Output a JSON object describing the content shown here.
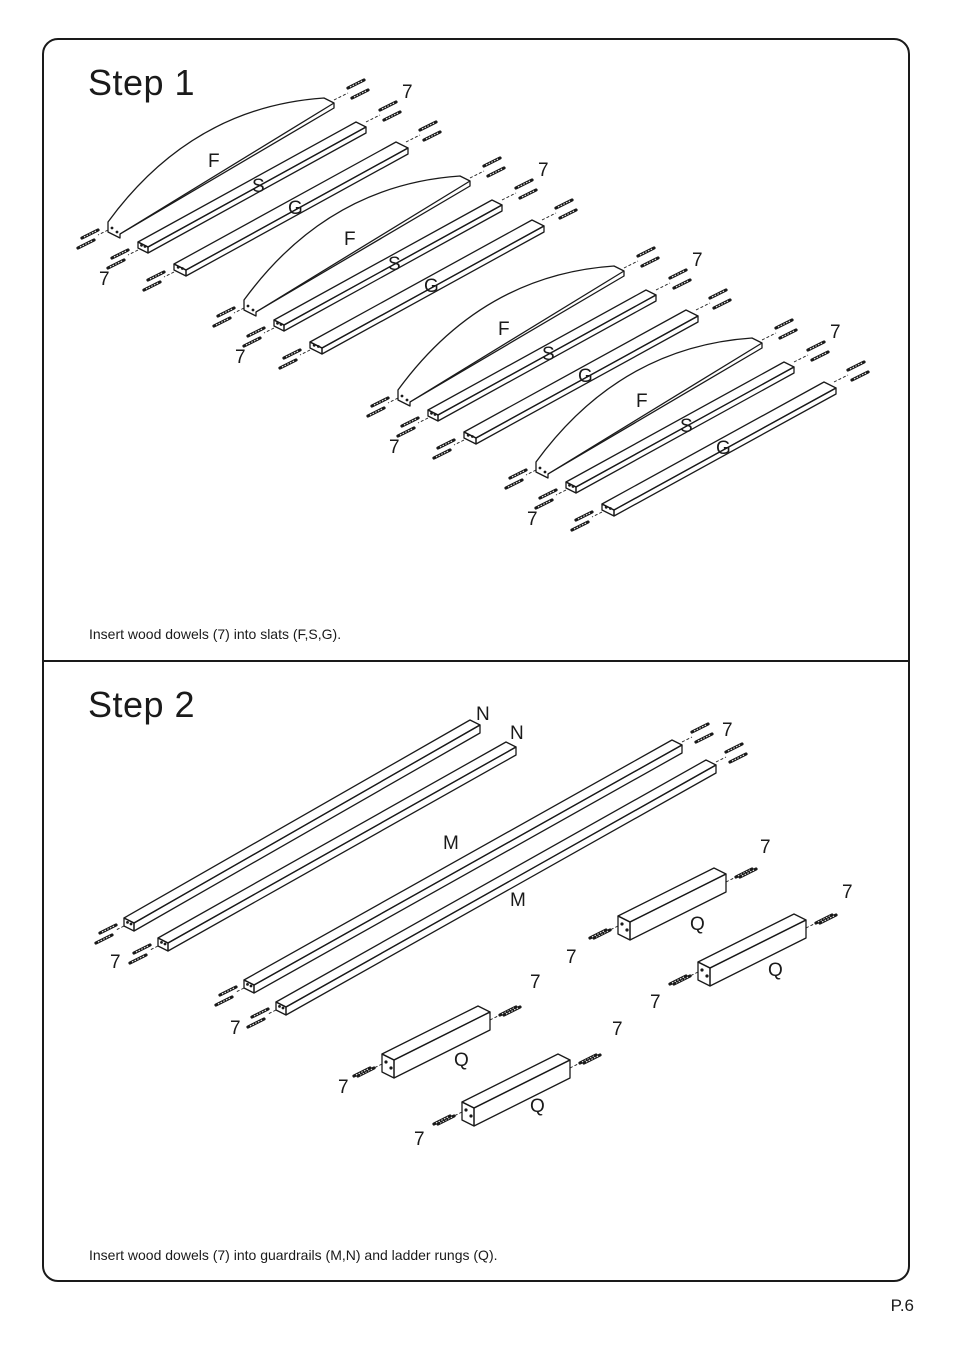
{
  "step1": {
    "title": "Step  1",
    "caption": "Insert wood dowels (7) into slats (F,S,G).",
    "parts": {
      "dowel": "7",
      "slat_f": "F",
      "slat_s": "S",
      "slat_g": "G"
    }
  },
  "step2": {
    "title": "Step  2",
    "caption": "Insert wood dowels (7) into guardrails (M,N) and ladder rungs (Q).",
    "parts": {
      "dowel": "7",
      "guardrail_m": "M",
      "guardrail_n": "N",
      "rung_q": "Q"
    }
  },
  "footer": {
    "page": "P.6"
  }
}
